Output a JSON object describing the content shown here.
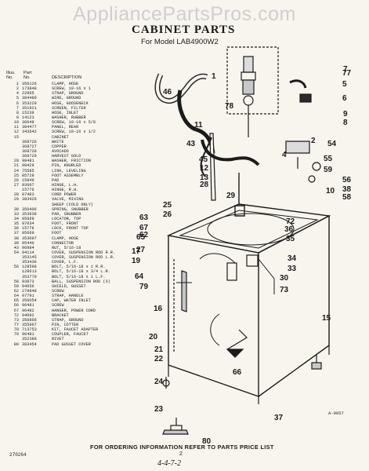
{
  "watermark": "AppliancePartsPros.com",
  "title": "CABINET PARTS",
  "subtitle": "For Model LAB4900W2",
  "parts_header": {
    "illus": "Illus.\nNo.",
    "part": "Part\nNo.",
    "desc": "DESCRIPTION"
  },
  "parts": [
    [
      "1",
      "356126",
      "CLAMP, HOSE"
    ],
    [
      "2",
      "173848",
      "SCREW, 10-16 x 1"
    ],
    [
      "4",
      "22965",
      "STRAP, GROUND"
    ],
    [
      "5",
      "384489",
      "WIRE, GROUND"
    ],
    [
      "6",
      "353229",
      "HOSE, GOOSENECK"
    ],
    [
      "7",
      "351921",
      "SCREEN, FILTER"
    ],
    [
      "8",
      "15239",
      "HOSE, INLET"
    ],
    [
      "9",
      "14123",
      "WASHER, RUBBER"
    ],
    [
      "10",
      "36048",
      "SCREW, 10-16 x 5/8"
    ],
    [
      "11",
      "384477",
      "PANEL, REAR"
    ],
    [
      "12",
      "343642",
      "SCREW, 10-16 x 1/2"
    ],
    [
      "15",
      "",
      "CABINET"
    ],
    [
      "",
      "368726",
      "WHITE"
    ],
    [
      "",
      "368727",
      "COPPER"
    ],
    [
      "",
      "368728",
      "AVOCADO"
    ],
    [
      "",
      "368729",
      "HARVEST GOLD"
    ],
    [
      "20",
      "98481",
      "WASHER, FRICTION"
    ],
    [
      "21",
      "98429",
      "PIN, KNURLED"
    ],
    [
      "24",
      "75585",
      "LINK, LEVELING"
    ],
    [
      "25",
      "85729",
      "FOOT ASSEMBLY"
    ],
    [
      "26",
      "15849",
      "PAD"
    ],
    [
      "27",
      "93607",
      "HINGE, L.H."
    ],
    [
      "",
      "15776",
      "HINGE, R.H."
    ],
    [
      "28",
      "87403",
      "CORD POWER"
    ],
    [
      "29",
      "383426",
      "VALVE, MIXING"
    ],
    [
      "",
      "",
      "SHEEP (COLD ONLY)"
    ],
    [
      "30",
      "356406",
      "SPRING, SNUBBER"
    ],
    [
      "33",
      "353638",
      "PAD, SNUBBER"
    ],
    [
      "34",
      "95669",
      "LOCATOR, TOP"
    ],
    [
      "35",
      "87034",
      "FOOT, FRONT"
    ],
    [
      "36",
      "15776",
      "LOCK, FRONT TOP"
    ],
    [
      "37",
      "95669",
      "FOOT"
    ],
    [
      "38",
      "353097",
      "CLAMP, HOSE"
    ],
    [
      "39",
      "95440",
      "CONNECTOR"
    ],
    [
      "43",
      "96984",
      "NUT, 5/16-18"
    ],
    [
      "54",
      "94114",
      "COVER, SUSPENSION ROD R.R."
    ],
    [
      "",
      "353145",
      "COVER, SUSPENSION ROD L.R."
    ],
    [
      "",
      "353436",
      "COVER, L.F."
    ],
    [
      "56",
      "128598",
      "BOLT, 5/16-18 x 1 R.R."
    ],
    [
      "",
      "128613",
      "BOLT, 5/16-18 x 3/4 L.R."
    ],
    [
      "",
      "353770",
      "BOLT, 5/16-18 x 1 L.F."
    ],
    [
      "58",
      "93873",
      "BALL, SUSPENSION ROD (3)"
    ],
    [
      "59",
      "94656",
      "SHIELD, GUSSET"
    ],
    [
      "62",
      "279848",
      "SCREW"
    ],
    [
      "64",
      "97791",
      "STRAP, HANDLE"
    ],
    [
      "65",
      "356054",
      "CAP, WATER INLET"
    ],
    [
      "66",
      "96481",
      "SCREW"
    ],
    [
      "67",
      "96482",
      "HANGER, POWER CORD"
    ],
    [
      "72",
      "94092",
      "BRACKET"
    ],
    [
      "73",
      "350866",
      "STRAP, GROUND"
    ],
    [
      "77",
      "355967",
      "PIN, COTTER"
    ],
    [
      "78",
      "713753",
      "KIT, FAUCET ADAPTER"
    ],
    [
      "79",
      "96481",
      "COUPLER, FAUCET"
    ],
    [
      "",
      "352388",
      "RIVET"
    ],
    [
      "80",
      "383454",
      "PAD GUSSET COVER"
    ]
  ],
  "callouts": [
    "1",
    "2",
    "4",
    "5",
    "6",
    "7",
    "8",
    "9",
    "10",
    "11",
    "12",
    "13",
    "15",
    "16",
    "17",
    "19",
    "20",
    "21",
    "22",
    "23",
    "24",
    "25",
    "26",
    "27",
    "28",
    "29",
    "30",
    "33",
    "34",
    "35",
    "36",
    "37",
    "38",
    "43",
    "45",
    "46",
    "54",
    "55",
    "56",
    "58",
    "59",
    "62",
    "63",
    "64",
    "65",
    "66",
    "67",
    "72",
    "73",
    "77",
    "78",
    "79",
    "80"
  ],
  "diagram_code": "A-9957",
  "footer": "FOR ORDERING INFORMATION REFER TO PARTS PRICE LIST",
  "page_number": "2",
  "lit_code": "270264",
  "handwritten_note": "4-4-7-2"
}
